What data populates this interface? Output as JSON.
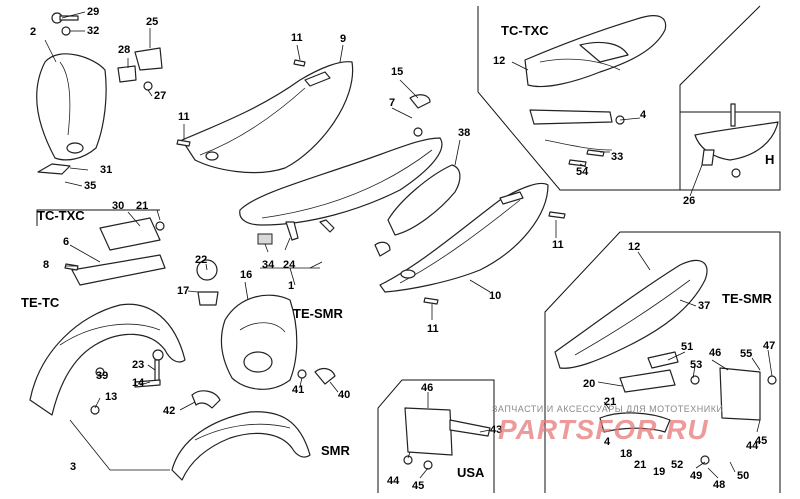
{
  "diagram": {
    "callouts": [
      "29",
      "32",
      "2",
      "25",
      "28",
      "27",
      "31",
      "35",
      "11",
      "9",
      "15",
      "7",
      "11",
      "38",
      "30",
      "21",
      "6",
      "8",
      "22",
      "17",
      "16",
      "34",
      "24",
      "1",
      "11",
      "10",
      "11",
      "23",
      "14",
      "39",
      "13",
      "3",
      "42",
      "41",
      "40",
      "46",
      "43",
      "44",
      "45",
      "12",
      "4",
      "33",
      "54",
      "26",
      "12",
      "37",
      "51",
      "53",
      "46",
      "55",
      "47",
      "20",
      "21",
      "49",
      "18",
      "21",
      "19",
      "52",
      "48",
      "50",
      "45",
      "4",
      "44"
    ],
    "sections": {
      "tc_txc_top": "TC-TXC",
      "tc_txc_left": "TC-TXC",
      "te_tc": "TE-TC",
      "te_smr_mid": "TE-SMR",
      "te_smr_right": "TE-SMR",
      "smr": "SMR",
      "usa": "USA",
      "h": "H"
    },
    "watermark": {
      "line1": "ЗАПЧАСТИ И АКСЕССУАРЫ ДЛЯ МОТОТЕХНИКИ",
      "line2": "PARTSFOR.RU"
    }
  }
}
